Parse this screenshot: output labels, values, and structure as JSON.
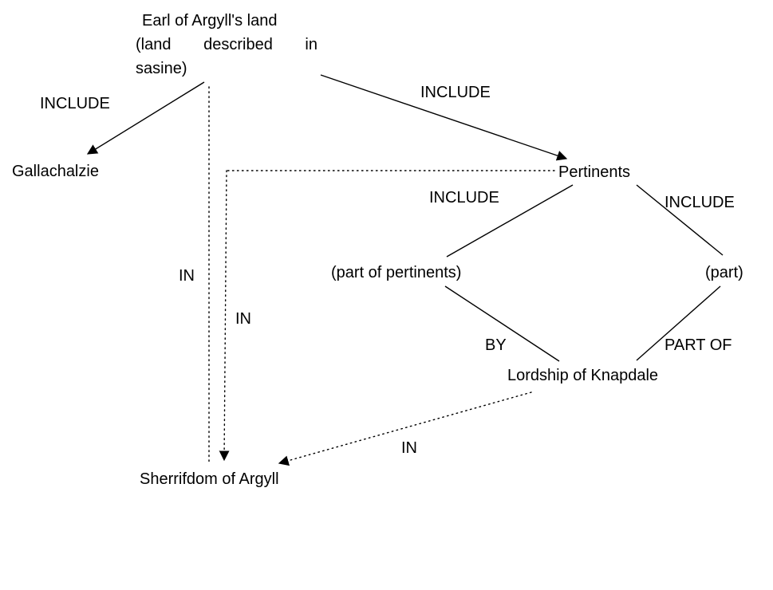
{
  "diagram": {
    "nodes": {
      "earl_line1": "Earl of Argyll's land",
      "earl_line2": "(land described in",
      "earl_line3": "sasine)",
      "gallachalzie": "Gallachalzie",
      "pertinents": "Pertinents",
      "part_of_pertinents": "(part of pertinents)",
      "part": "(part)",
      "lordship": "Lordship of Knapdale",
      "sherrifdom": "Sherrifdom of Argyll"
    },
    "edges": [
      {
        "from": "earl",
        "to": "gallachalzie",
        "label": "INCLUDE",
        "style": "solid-arrow"
      },
      {
        "from": "earl",
        "to": "pertinents",
        "label": "INCLUDE",
        "style": "solid-arrow"
      },
      {
        "from": "pertinents",
        "to": "sherrifdom",
        "label": "IN",
        "style": "dotted-arrow"
      },
      {
        "from": "earl",
        "to": "sherrifdom",
        "label": "IN",
        "style": "dotted"
      },
      {
        "from": "pertinents",
        "to": "part_of_pertinents",
        "label": "INCLUDE",
        "style": "solid"
      },
      {
        "from": "pertinents",
        "to": "part",
        "label": "INCLUDE",
        "style": "solid"
      },
      {
        "from": "part_of_pertinents",
        "to": "lordship",
        "label": "BY",
        "style": "solid"
      },
      {
        "from": "part",
        "to": "lordship",
        "label": "PART OF",
        "style": "solid"
      },
      {
        "from": "lordship",
        "to": "sherrifdom",
        "label": "IN",
        "style": "dotted-arrow"
      }
    ],
    "colors": {
      "line": "#000000",
      "text": "#000000",
      "background": "#ffffff"
    }
  }
}
